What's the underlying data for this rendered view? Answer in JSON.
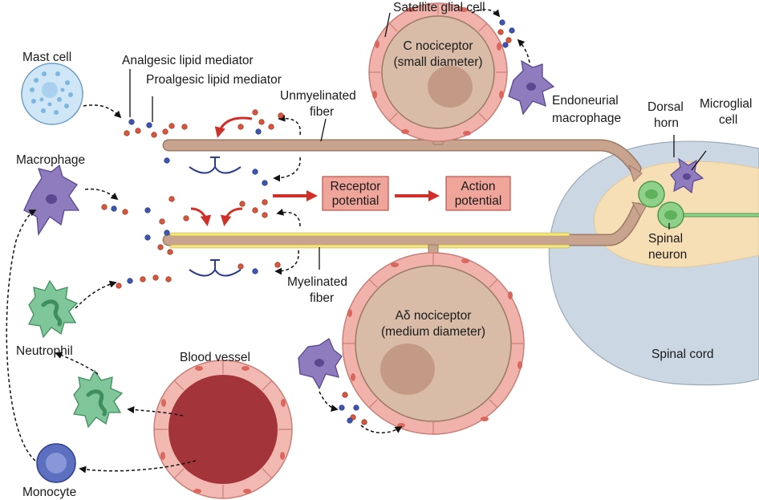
{
  "labels": {
    "satellite_glial_cell": "Satellite glial cell",
    "c_nociceptor_line1": "C nociceptor",
    "c_nociceptor_line2": "(small diameter)",
    "mast_cell": "Mast cell",
    "analgesic_lipid_mediator": "Analgesic lipid mediator",
    "proalgesic_lipid_mediator": "Proalgesic lipid mediator",
    "unmyelinated_fiber_line1": "Unmyelinated",
    "unmyelinated_fiber_line2": "fiber",
    "endoneurial_macrophage_line1": "Endoneurial",
    "endoneurial_macrophage_line2": "macrophage",
    "dorsal_horn_line1": "Dorsal",
    "dorsal_horn_line2": "horn",
    "microglial_cell_line1": "Microglial",
    "microglial_cell_line2": "cell",
    "macrophage": "Macrophage",
    "receptor_potential_line1": "Receptor",
    "receptor_potential_line2": "potential",
    "action_potential_line1": "Action",
    "action_potential_line2": "potential",
    "spinal_neuron_line1": "Spinal",
    "spinal_neuron_line2": "neuron",
    "myelinated_fiber_line1": "Myelinated",
    "myelinated_fiber_line2": "fiber",
    "adelta_nociceptor_line1": "Aδ nociceptor",
    "adelta_nociceptor_line2": "(medium diameter)",
    "neutrophil": "Neutrophil",
    "blood_vessel": "Blood vessel",
    "spinal_cord": "Spinal cord",
    "monocyte": "Monocyte"
  },
  "colors": {
    "fiber": "#c8a48e",
    "fiber_dark": "#9b7a66",
    "myelin": "#f3e57a",
    "neuron_body": "#d9bca8",
    "nucleus": "#c29a86",
    "glial": "#f0b2ab",
    "glial_nucleus": "#d9675e",
    "mast_cell": "#cfe6f7",
    "mast_granule": "#7db6e0",
    "macrophage": "#8f7cbf",
    "neutrophil": "#7fc69a",
    "monocyte": "#5d6fbf",
    "blood_vessel_wall": "#f2b9b2",
    "blood_lumen": "#a3343a",
    "spinal_cord": "#cbd8e3",
    "dorsal_horn": "#f7dfb5",
    "spinal_neuron": "#8fd18a",
    "red_arrow": "#d0302a",
    "analgesic_dot": "#3d55b5",
    "proalgesic_dot": "#d9563a",
    "box_fill": "#f0a59a"
  },
  "icons": {
    "receptor": "receptor-icon",
    "red_curved_arrow": "curved-arrow-icon",
    "right_arrow": "right-arrow-icon"
  }
}
